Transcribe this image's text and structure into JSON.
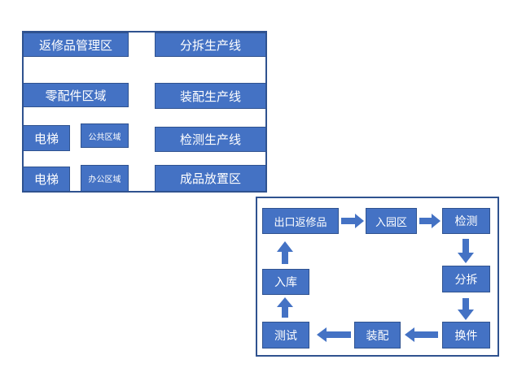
{
  "layout_diagram": {
    "areas": {
      "returns": "返修品管理区",
      "parts": "零配件区域",
      "elevator_1": "电梯",
      "public": "公共区域",
      "elevator_2": "电梯",
      "office": "办公区域",
      "disassembly_line": "分拆生产线",
      "assembly_line": "装配生产线",
      "inspection_line": "检测生产线",
      "finished_goods": "成品放置区"
    }
  },
  "flow_diagram": {
    "steps": {
      "ship_out_returns": "出口返修品",
      "enter_park": "入园区",
      "inspect": "检测",
      "disassemble": "分拆",
      "replace_parts": "换件",
      "assemble": "装配",
      "test": "测试",
      "warehouse": "入库"
    }
  },
  "colors": {
    "box_fill": "#4472c4",
    "border": "#2f528f"
  }
}
